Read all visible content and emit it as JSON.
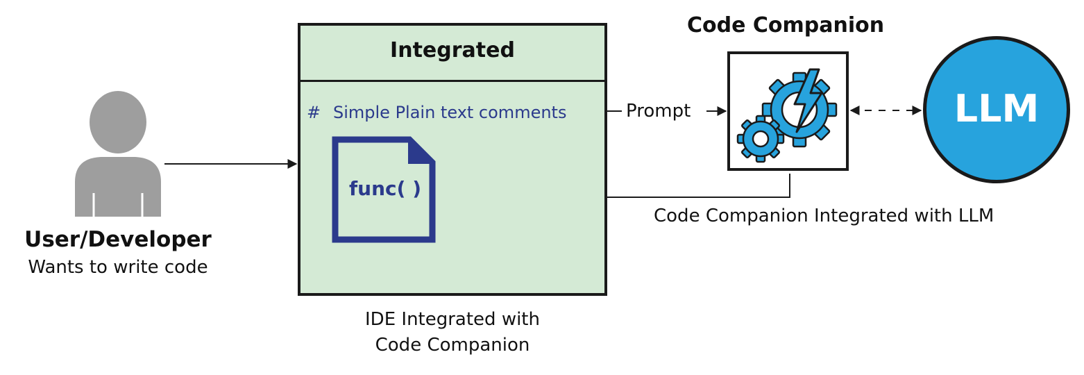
{
  "user": {
    "icon": "person-icon",
    "title": "User/Developer",
    "subtitle": "Wants to write code"
  },
  "ide": {
    "header": "Integrated",
    "comment_hash": "#",
    "comment_text": "Simple Plain text comments",
    "file_icon": "document-icon",
    "func_label": "func( )",
    "caption_line1": "IDE Integrated with",
    "caption_line2": "Code Companion"
  },
  "flow": {
    "prompt_label": "Prompt"
  },
  "code_companion": {
    "title": "Code Companion",
    "icon": "gears-lightning-icon",
    "caption": "Code Companion Integrated with LLM"
  },
  "llm": {
    "label": "LLM"
  },
  "colors": {
    "ide_fill": "#d4ead5",
    "text_blue": "#2b3a8c",
    "gear_blue": "#27a3dd",
    "person_gray": "#9e9e9e",
    "outline": "#1a1a1a"
  }
}
